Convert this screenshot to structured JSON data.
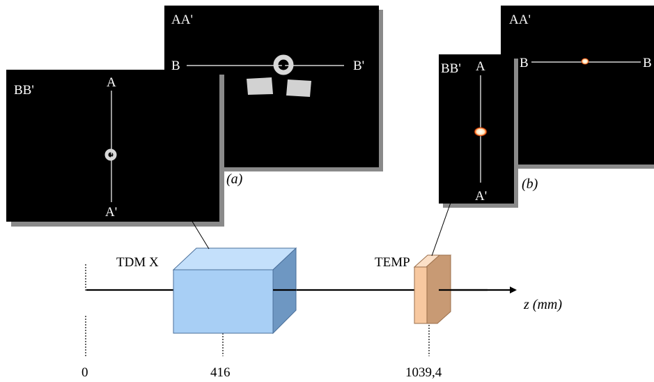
{
  "panel_a": {
    "top_image": {
      "title": "AA'",
      "left_end": "B",
      "right_end": "B'"
    },
    "front_image": {
      "title": "BB'",
      "top_end": "A",
      "bottom_end": "A'"
    },
    "caption": "(a)"
  },
  "panel_b": {
    "top_image": {
      "title": "AA'",
      "left_end": "B",
      "right_end": "B"
    },
    "front_image": {
      "title": "BB'",
      "top_end": "A",
      "bottom_end": "A'"
    },
    "caption": "(b)"
  },
  "setup": {
    "ct_label": "TDM X",
    "spect_label": "TEMP",
    "axis_label": "z (mm)",
    "positions": [
      "0",
      "416",
      "1039,4"
    ]
  },
  "colors": {
    "ct_block": "#a8cff5",
    "ct_block_side": "#6e97c2",
    "spect_plate": "#f7c8a0",
    "spect_plate_side": "#c89a74",
    "image_background": "#000000",
    "shadow": "#888888"
  }
}
